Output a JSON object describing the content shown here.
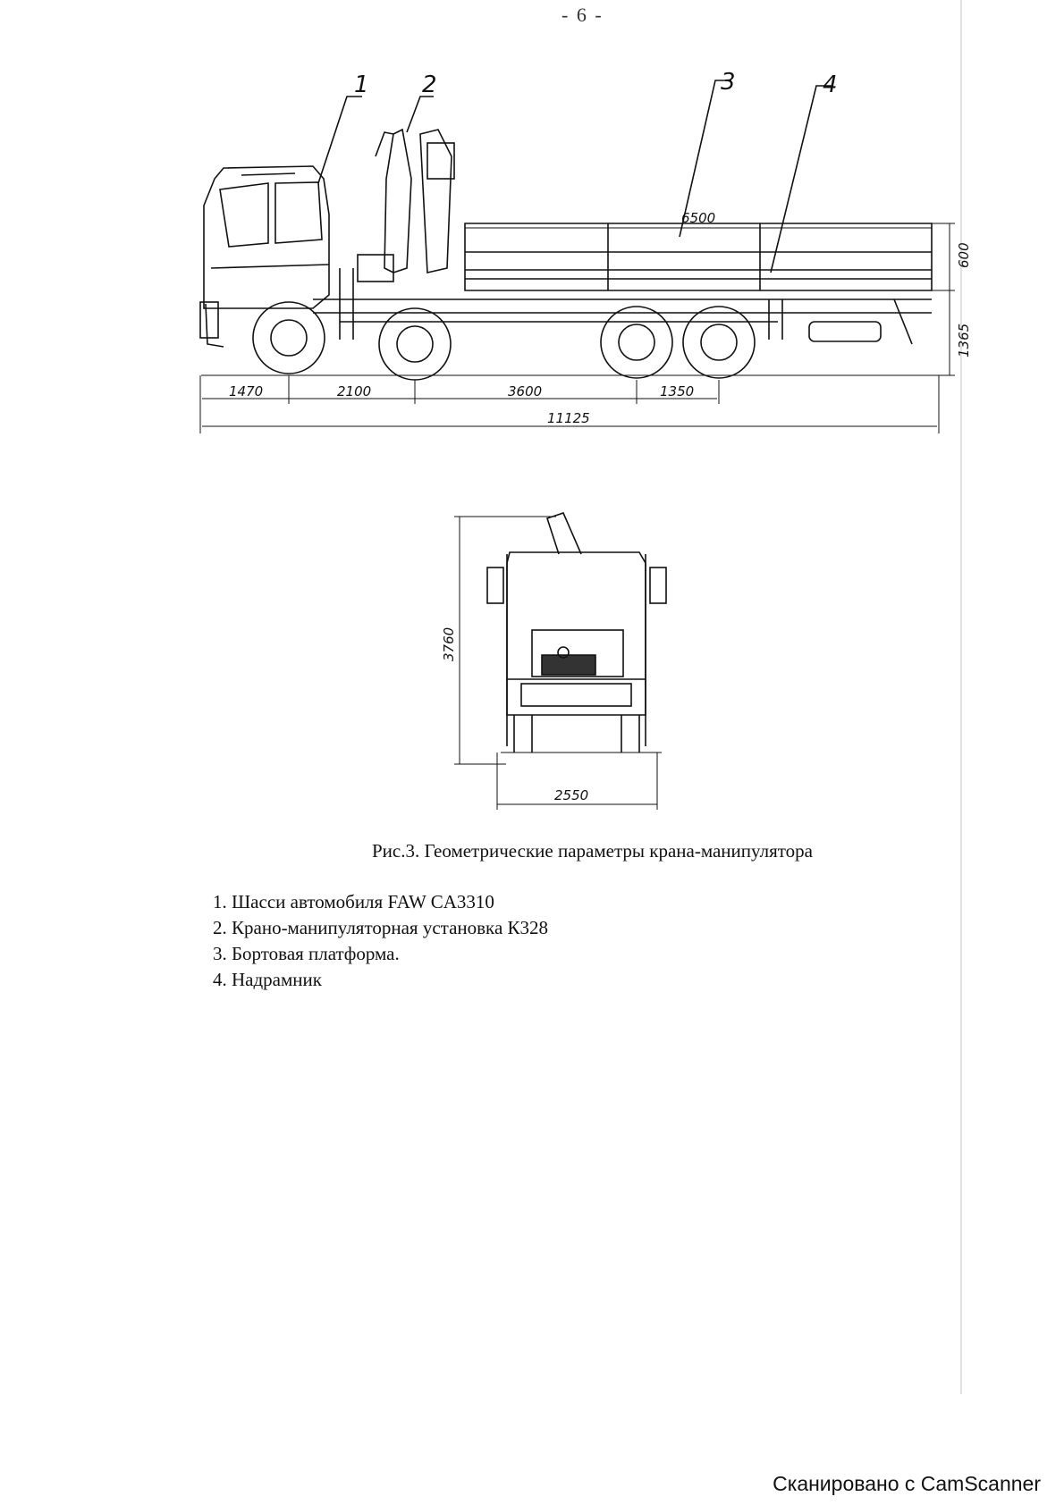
{
  "page_number": "- 6 -",
  "figure": {
    "side_view": {
      "callouts": [
        "1",
        "2",
        "3",
        "4"
      ],
      "dimensions": {
        "platform_length": "6500",
        "side_height": "600",
        "platform_height": "1365",
        "front_overhang": "1470",
        "wheelbase_1": "2100",
        "wheelbase_2": "3600",
        "wheelbase_3": "1350",
        "overall_length": "11125"
      }
    },
    "front_view": {
      "dimensions": {
        "height": "3760",
        "width": "2550"
      }
    },
    "caption": "Рис.3. Геометрические параметры крана-манипулятора"
  },
  "legend": [
    "1. Шасси автомобиля FAW CA3310",
    "2. Крано-манипуляторная установка К328",
    "3. Бортовая платформа.",
    "4. Надрамник"
  ],
  "footer": "Сканировано с CamScanner"
}
